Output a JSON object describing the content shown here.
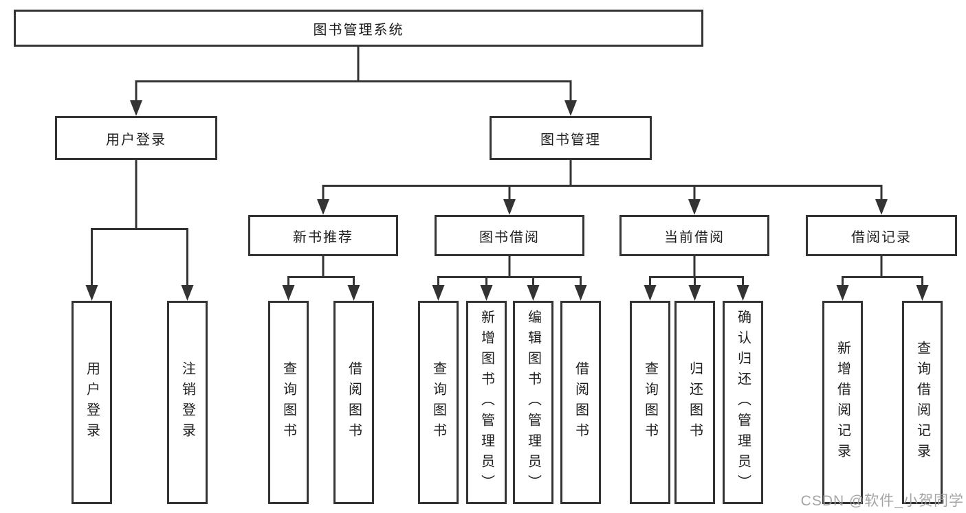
{
  "tree": {
    "label": "图书管理系统",
    "children": [
      {
        "label": "用户登录",
        "children": [
          {
            "label": "用户登录"
          },
          {
            "label": "注销登录"
          }
        ]
      },
      {
        "label": "图书管理",
        "children": [
          {
            "label": "新书推荐",
            "children": [
              {
                "label": "查询图书"
              },
              {
                "label": "借阅图书"
              }
            ]
          },
          {
            "label": "图书借阅",
            "children": [
              {
                "label": "查询图书"
              },
              {
                "label": "新增图书（管理员）"
              },
              {
                "label": "编辑图书（管理员）"
              },
              {
                "label": "借阅图书"
              }
            ]
          },
          {
            "label": "当前借阅",
            "children": [
              {
                "label": "查询图书"
              },
              {
                "label": "归还图书"
              },
              {
                "label": "确认归还（管理员）"
              }
            ]
          },
          {
            "label": "借阅记录",
            "children": [
              {
                "label": "新增借阅记录"
              },
              {
                "label": "查询借阅记录"
              }
            ]
          }
        ]
      }
    ]
  },
  "watermark": "CSDN @软件_小贺同学",
  "colors": {
    "line": "#333333",
    "box_background": "#ffffff",
    "text": "#1f1f1f",
    "watermark": "#9e9e9e"
  }
}
